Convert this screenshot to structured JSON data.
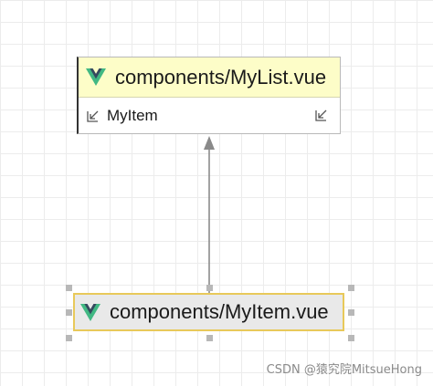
{
  "nodes": {
    "mylist": {
      "title": "components/MyList.vue",
      "import_item": "MyItem",
      "header_color": "#fdfdc8"
    },
    "myitem": {
      "title": "components/MyItem.vue",
      "selected": true,
      "border_color": "#e8c95a"
    }
  },
  "edges": [
    {
      "from": "components/MyItem.vue",
      "to": "components/MyList.vue",
      "style": "arrow"
    }
  ],
  "icons": {
    "vue": "vue-logo-icon",
    "import": "import-arrow-icon",
    "vue_colors": [
      "#41b883",
      "#35495e"
    ]
  },
  "watermark": "CSDN @猿究院MitsueHong"
}
